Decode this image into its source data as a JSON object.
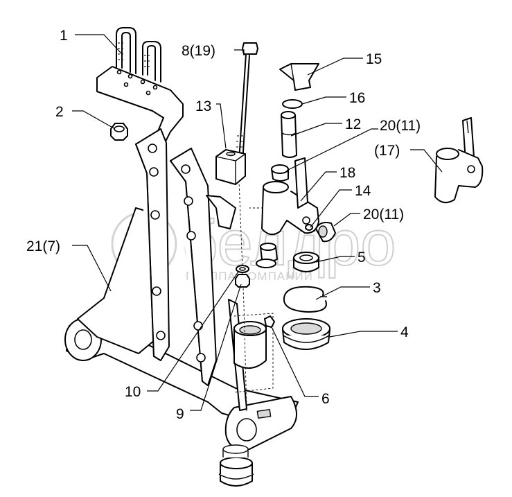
{
  "watermark": {
    "brand": "белдро",
    "subtitle": "ГРУППА КОМПАНИЙ"
  },
  "callouts": [
    {
      "id": "c1",
      "label": "1"
    },
    {
      "id": "c2",
      "label": "2"
    },
    {
      "id": "c3",
      "label": "3"
    },
    {
      "id": "c4",
      "label": "4"
    },
    {
      "id": "c5",
      "label": "5"
    },
    {
      "id": "c6",
      "label": "6"
    },
    {
      "id": "c8",
      "label": "8(19)"
    },
    {
      "id": "c9",
      "label": "9"
    },
    {
      "id": "c10",
      "label": "10"
    },
    {
      "id": "c12",
      "label": "12"
    },
    {
      "id": "c13",
      "label": "13"
    },
    {
      "id": "c14",
      "label": "14"
    },
    {
      "id": "c15",
      "label": "15"
    },
    {
      "id": "c16",
      "label": "16"
    },
    {
      "id": "c17",
      "label": "(17)"
    },
    {
      "id": "c18",
      "label": "18"
    },
    {
      "id": "c20a",
      "label": "20(11)"
    },
    {
      "id": "c20b",
      "label": "20(11)"
    },
    {
      "id": "c21",
      "label": "21(7)"
    }
  ]
}
